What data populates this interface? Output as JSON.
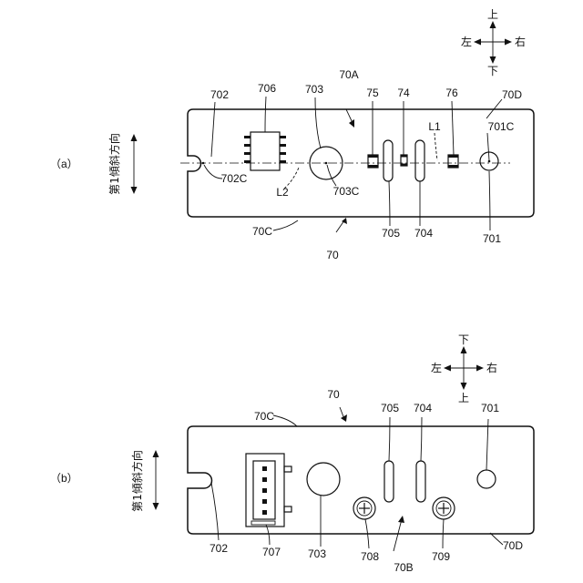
{
  "views": {
    "a": {
      "view_label": "（a）",
      "tilt_label": "第1傾斜方向",
      "compass": {
        "up": "上",
        "down": "下",
        "left": "左",
        "right": "右"
      },
      "refs": {
        "r702": "702",
        "r706": "706",
        "r703": "703",
        "r70A": "70A",
        "r75": "75",
        "r74": "74",
        "r76": "76",
        "r70D": "70D",
        "rL1": "L1",
        "r701C": "701C",
        "r702C": "702C",
        "rL2": "L2",
        "r703C": "703C",
        "r70C": "70C",
        "r705": "705",
        "r704": "704",
        "r701": "701",
        "r70": "70"
      }
    },
    "b": {
      "view_label": "（b）",
      "tilt_label": "第1傾斜方向",
      "compass": {
        "up": "下",
        "down": "上",
        "left": "左",
        "right": "右"
      },
      "refs": {
        "r70": "70",
        "r70C": "70C",
        "r705": "705",
        "r704": "704",
        "r701": "701",
        "r702": "702",
        "r707": "707",
        "r703": "703",
        "r708": "708",
        "r70B": "70B",
        "r709": "709",
        "r70D": "70D"
      }
    }
  }
}
